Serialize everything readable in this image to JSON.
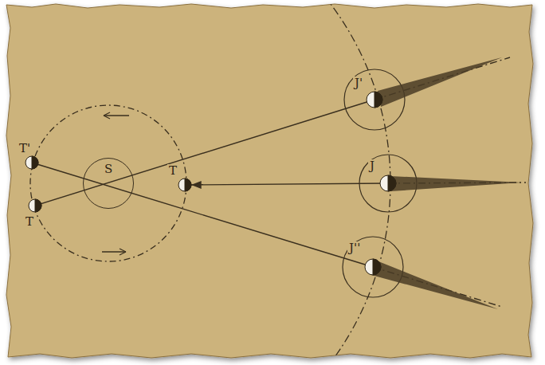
{
  "diagram": {
    "nodes": [
      {
        "text": [
          "S"
        ]
      }
    ],
    "labels": [
      "T'",
      "T",
      "T",
      "J'",
      "J",
      "J''"
    ]
  }
}
